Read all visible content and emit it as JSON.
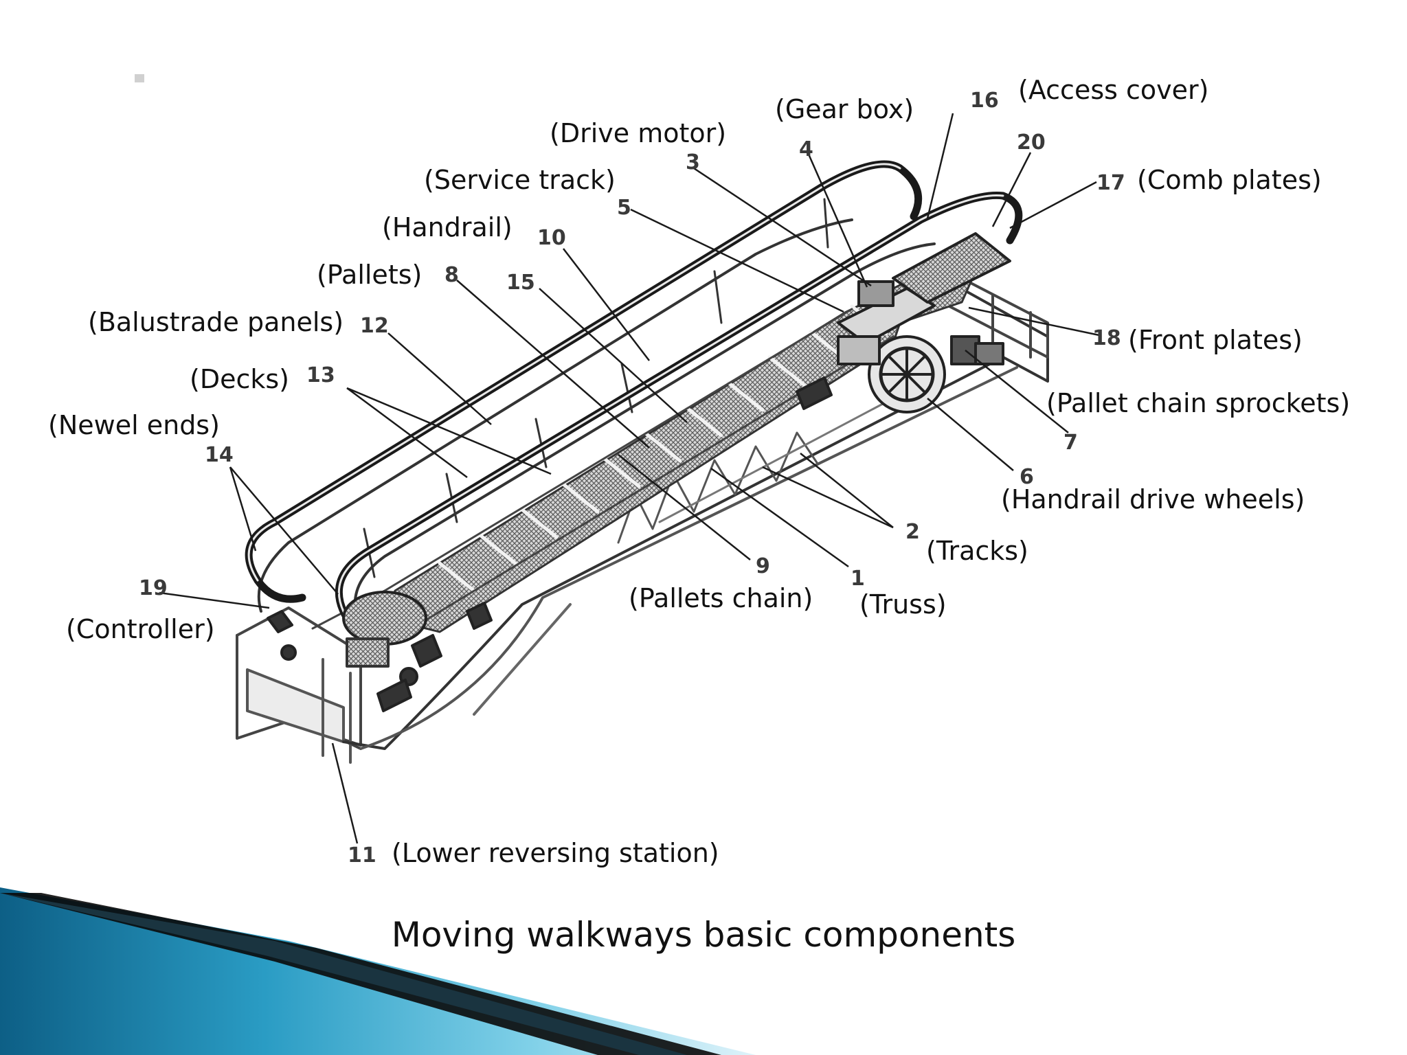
{
  "caption": "Moving walkways basic components",
  "labels": {
    "access_cover": "(Access cover)",
    "gear_box": "(Gear box)",
    "drive_motor": "(Drive motor)",
    "service_track": "(Service track)",
    "comb_plates": "(Comb plates)",
    "handrail": "(Handrail)",
    "pallets": "(Pallets)",
    "balustrade_panels": "(Balustrade panels)",
    "front_plates": "(Front plates)",
    "decks": "(Decks)",
    "pallet_chain_sprockets": "(Pallet chain sprockets)",
    "newel_ends": "(Newel ends)",
    "handrail_drive_wheels": "(Handrail drive wheels)",
    "tracks": "(Tracks)",
    "pallets_chain": "(Pallets chain)",
    "truss": "(Truss)",
    "controller": "(Controller)",
    "lower_reversing_station": "(Lower reversing station)"
  },
  "numbers": {
    "n1": "1",
    "n2": "2",
    "n3": "3",
    "n4": "4",
    "n5": "5",
    "n6": "6",
    "n7": "7",
    "n8": "8",
    "n9": "9",
    "n10": "10",
    "n11": "11",
    "n12": "12",
    "n13": "13",
    "n14": "14",
    "n15": "15",
    "n16": "16",
    "n17": "17",
    "n18": "18",
    "n19": "19",
    "n20": "20"
  },
  "colors": {
    "accent_light": "#7fd0e8",
    "accent_mid": "#2a9cc4",
    "accent_dark": "#0d5f86",
    "ink": "#111111"
  }
}
